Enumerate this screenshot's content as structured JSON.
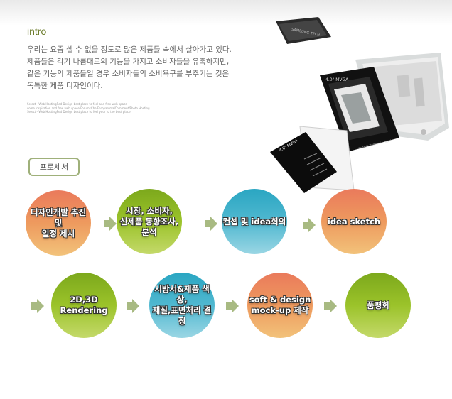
{
  "intro": {
    "title": "intro",
    "lines": [
      "우리는 요즘 셀 수 없을 정도로 많은 제품들 속에서 살아가고 있다.",
      "제품들은 각기 나름대로의 기능을 가지고 소비자들을 유혹하지만,",
      "같은 기능의 제품들일 경우 소비자들의 소비욕구를 부추기는 것은",
      "독특한 제품 디자인이다."
    ],
    "fine_print": [
      "Select - Web HostingRed Design best place to feel and free web space",
      "some inspiration and free web space ForumsChe ForopanimalComment/Photo Hosting",
      "Select - Web HostingRed Design best place to feel your to the best place"
    ]
  },
  "product": {
    "device_label": "4.0\" MVGA",
    "device_sublabel": "Portable Multimedia Player",
    "top_cover_label": "SAMSUNG TECH",
    "board_label": "4.0\" MVGA"
  },
  "process": {
    "tab_label": "프로세서",
    "steps": [
      {
        "label": "디자인개발 추진 및\n일정 제시",
        "color": "orange"
      },
      {
        "label": "시장, 소비자,\n신제품 동향조사,분석",
        "color": "green"
      },
      {
        "label": "컨셉 및 idea회의",
        "color": "blue"
      },
      {
        "label": "idea sketch",
        "color": "orange"
      },
      {
        "label": "2D,3D\nRendering",
        "color": "green"
      },
      {
        "label": "시방서&제품 색상,\n재질,표면처리 결정",
        "color": "blue"
      },
      {
        "label": "soft & design\nmock-up 제작",
        "color": "orange"
      },
      {
        "label": "품평회",
        "color": "green"
      }
    ]
  },
  "colors": {
    "arrow": "#a8ba82",
    "accent_green": "#6b7b2a",
    "tab_border": "#9fb07a"
  }
}
